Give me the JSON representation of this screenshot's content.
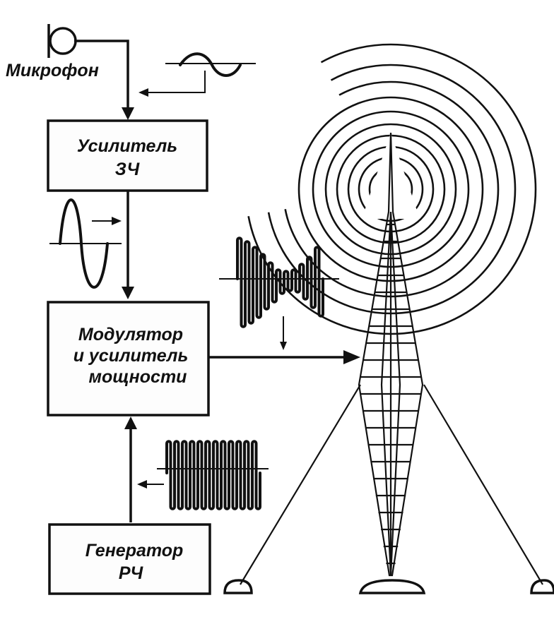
{
  "labels": {
    "microphone": "Микрофон",
    "amplifier_line1": "Усилитель",
    "amplifier_line2": "ЗЧ",
    "modulator_line1": "Модулятор",
    "modulator_line2": "и усилитель",
    "modulator_line3": "мощности",
    "generator_line1": "Генератор",
    "generator_line2": "РЧ"
  },
  "colors": {
    "ink": "#111111",
    "paper": "#ffffff"
  }
}
